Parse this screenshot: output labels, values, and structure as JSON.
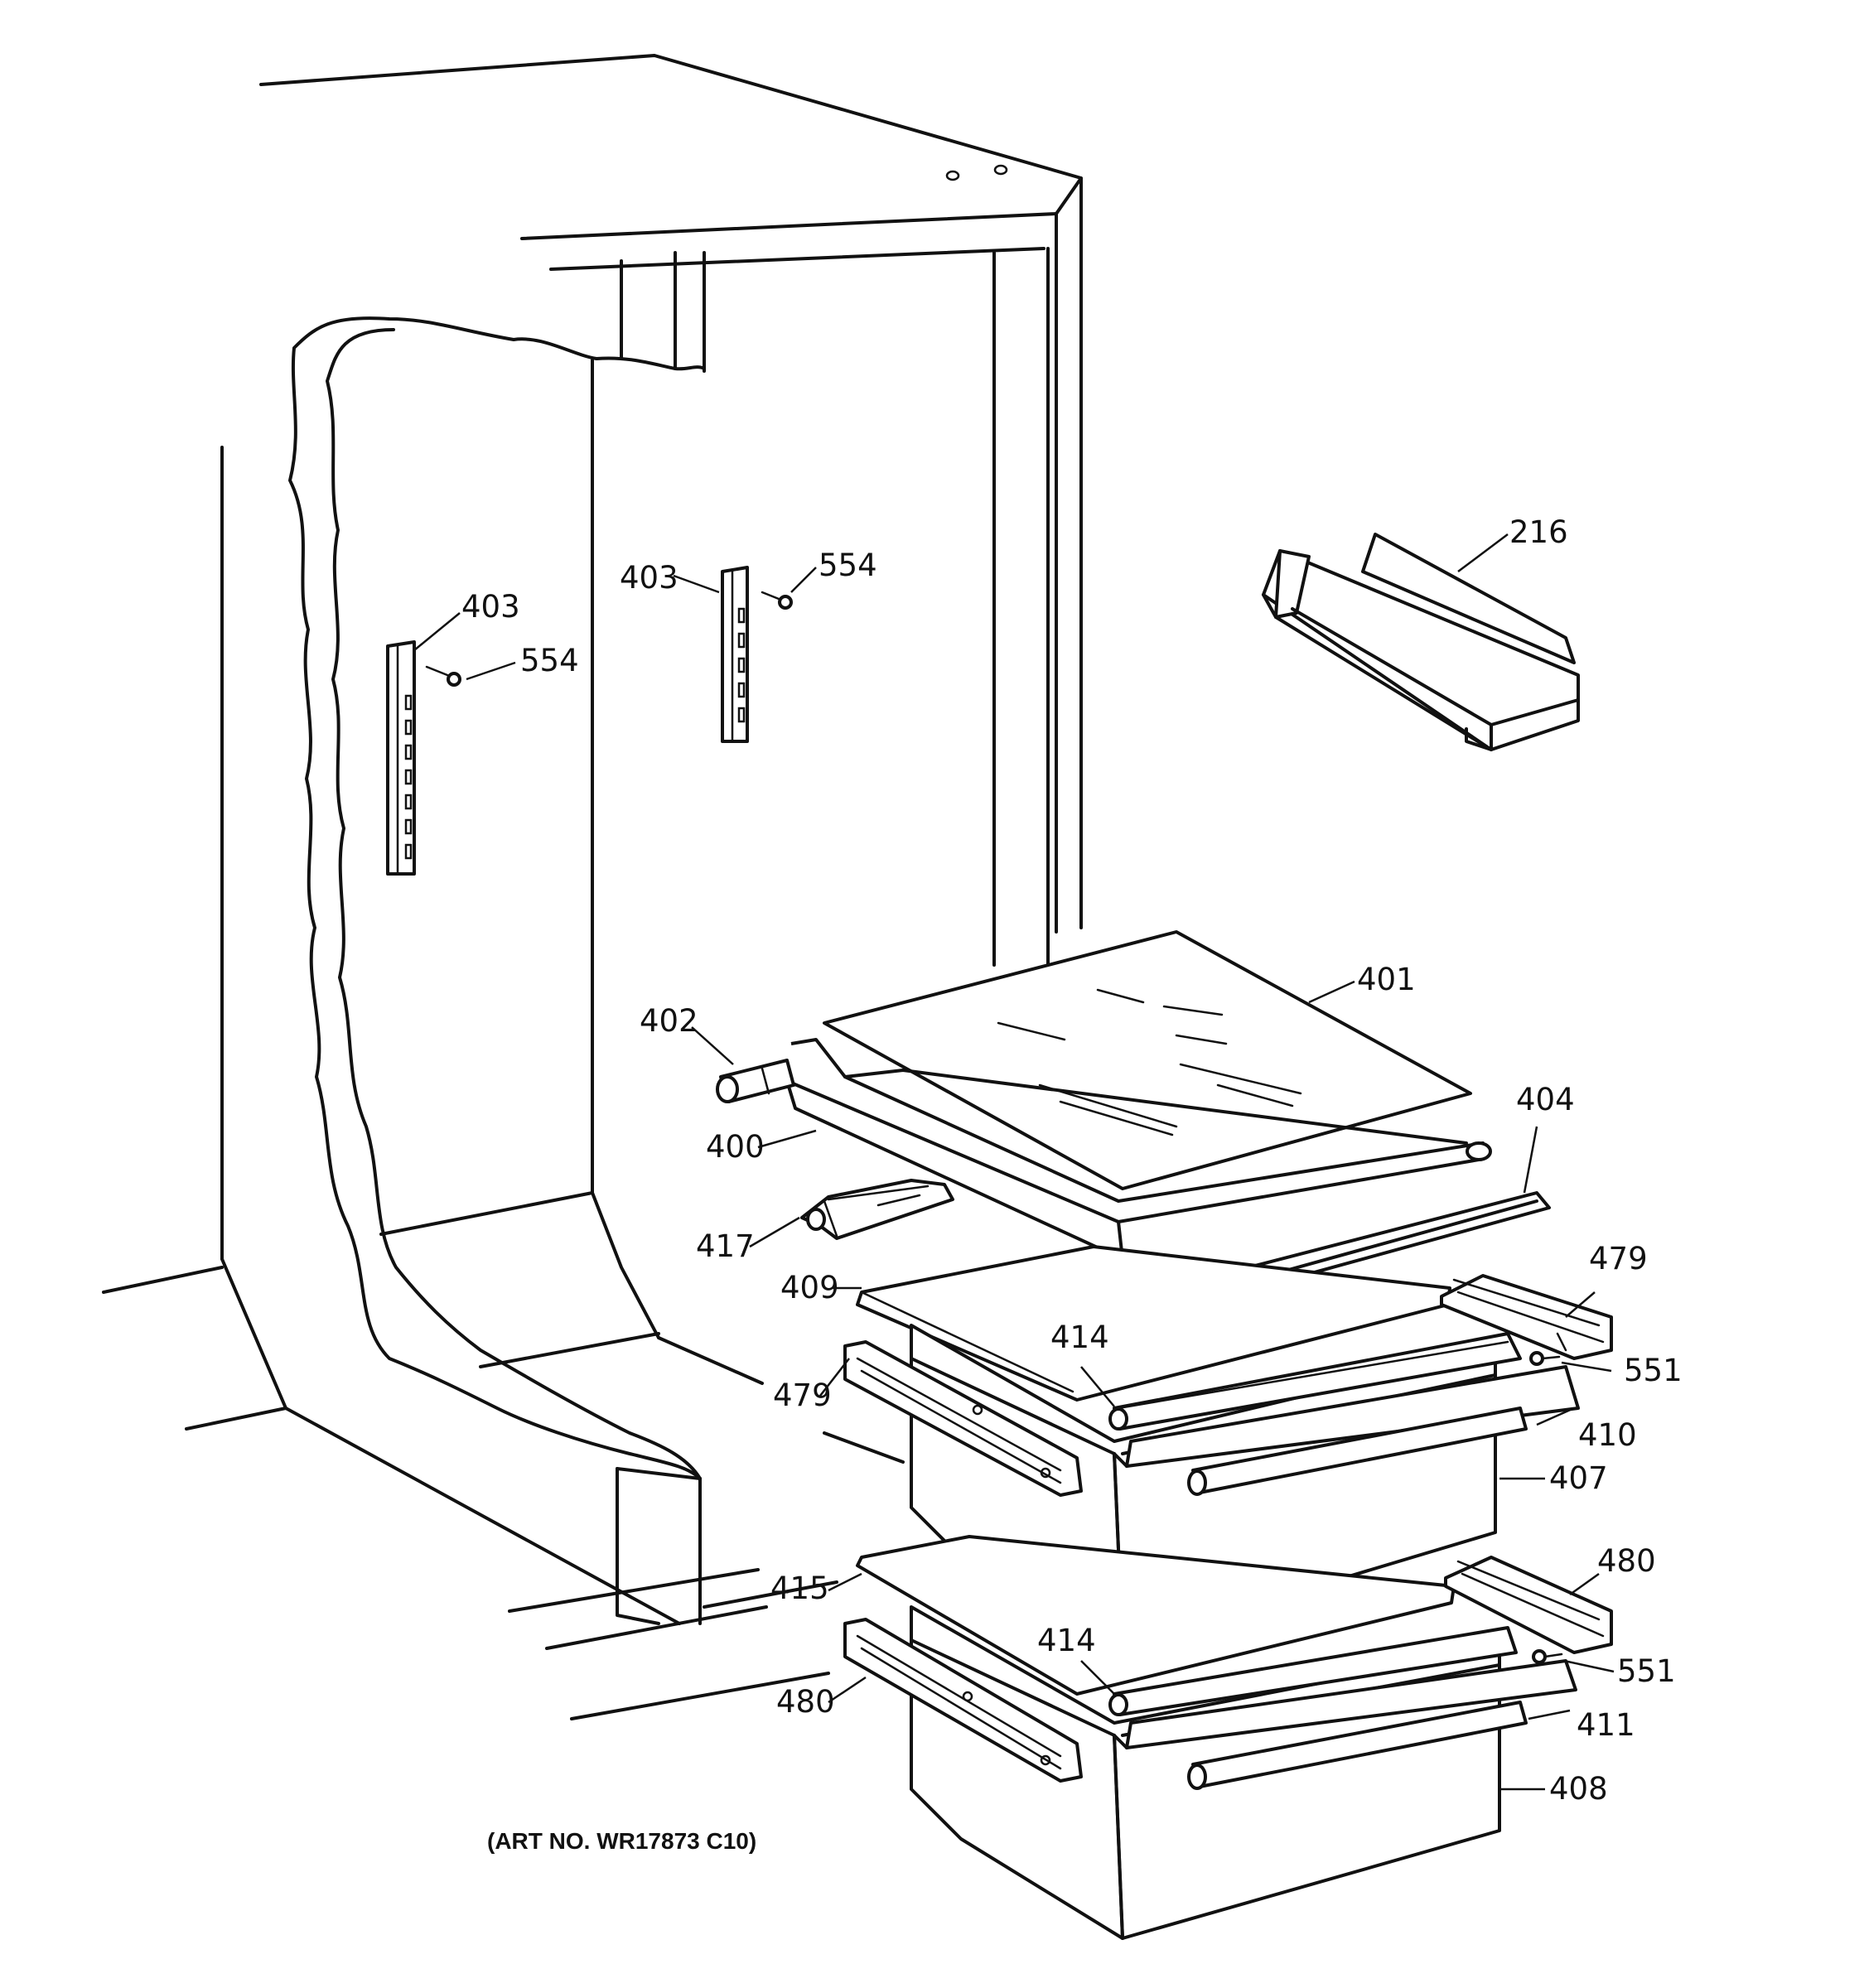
{
  "caption": "(ART NO. WR17873 C10)",
  "callouts": [
    {
      "id": "216",
      "text": "216"
    },
    {
      "id": "403a",
      "text": "403"
    },
    {
      "id": "554a",
      "text": "554"
    },
    {
      "id": "403b",
      "text": "403"
    },
    {
      "id": "554b",
      "text": "554"
    },
    {
      "id": "401",
      "text": "401"
    },
    {
      "id": "402",
      "text": "402"
    },
    {
      "id": "400",
      "text": "400"
    },
    {
      "id": "404",
      "text": "404"
    },
    {
      "id": "417",
      "text": "417"
    },
    {
      "id": "409",
      "text": "409"
    },
    {
      "id": "479a",
      "text": "479"
    },
    {
      "id": "414a",
      "text": "414"
    },
    {
      "id": "551a",
      "text": "551"
    },
    {
      "id": "479b",
      "text": "479"
    },
    {
      "id": "410",
      "text": "410"
    },
    {
      "id": "407",
      "text": "407"
    },
    {
      "id": "480a",
      "text": "480"
    },
    {
      "id": "415",
      "text": "415"
    },
    {
      "id": "414b",
      "text": "414"
    },
    {
      "id": "551b",
      "text": "551"
    },
    {
      "id": "480b",
      "text": "480"
    },
    {
      "id": "411",
      "text": "411"
    },
    {
      "id": "408",
      "text": "408"
    }
  ]
}
